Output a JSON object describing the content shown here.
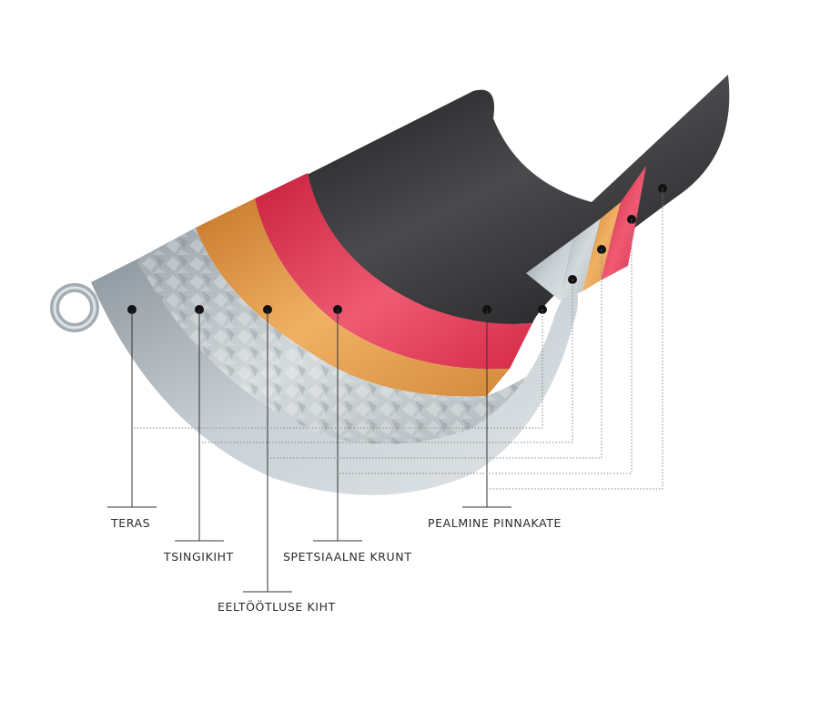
{
  "colors": {
    "steel": "#b8c2c9",
    "zinc": "#c5ccd2",
    "pretreatment": "#e29a3e",
    "primer": "#e23a55",
    "topcoat": "#2b2b2d",
    "line": "#333333"
  },
  "layers": [
    {
      "id": "steel",
      "label": "TERAS"
    },
    {
      "id": "zinc",
      "label": "TSINGIKIHT"
    },
    {
      "id": "pretreatment",
      "label": "EELTÖÖTLUSE KIHT"
    },
    {
      "id": "primer",
      "label": "SPETSIAALNE KRUNT"
    },
    {
      "id": "topcoat",
      "label": "PEALMINE PINNAKATE"
    }
  ]
}
